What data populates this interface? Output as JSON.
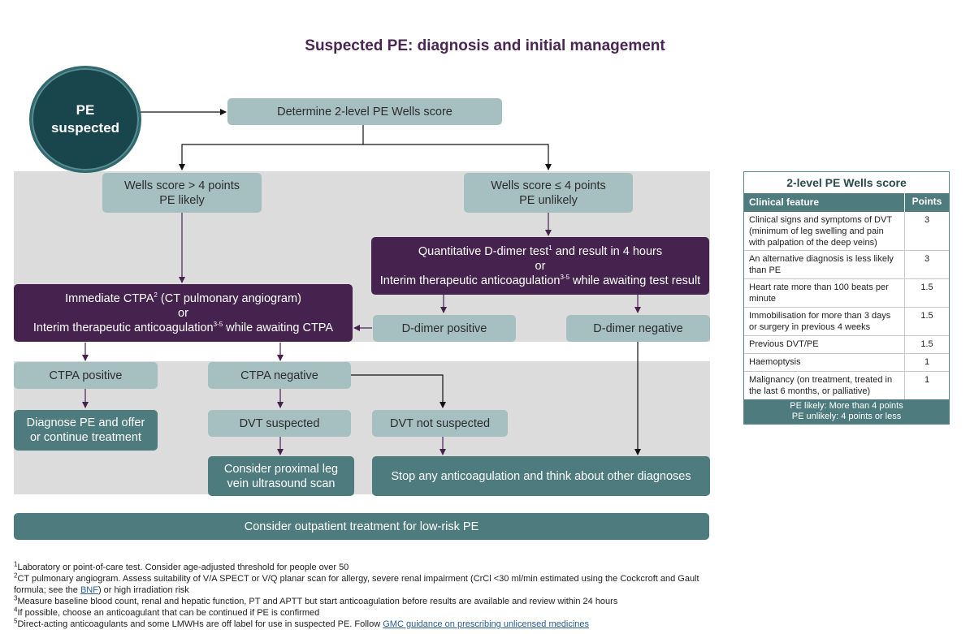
{
  "title": "Suspected PE: diagnosis and initial management",
  "start": {
    "line1": "PE",
    "line2": "suspected"
  },
  "determine": "Determine 2-level PE Wells score",
  "likely": {
    "line1": "Wells score > 4 points",
    "line2": "PE likely"
  },
  "unlikely": {
    "line1": "Wells score ≤ 4 points",
    "line2": "PE unlikely"
  },
  "ctpa_box": {
    "line1_a": "Immediate CTPA",
    "sup1": "2",
    "line1_b": " (CT pulmonary angiogram)",
    "line2": "or",
    "line3_a": "Interim therapeutic anticoagulation",
    "sup3": "3-5",
    "line3_b": " while awaiting CTPA"
  },
  "ddimer_box": {
    "line1_a": "Quantitative D-dimer test",
    "sup1": "1",
    "line1_b": " and result in 4 hours",
    "line2": "or",
    "line3_a": "Interim therapeutic anticoagulation",
    "sup3": "3-5",
    "line3_b": " while awaiting test result"
  },
  "ddimer_positive": "D-dimer positive",
  "ddimer_negative": "D-dimer negative",
  "ctpa_positive": "CTPA positive",
  "ctpa_negative": "CTPA negative",
  "diagnose": {
    "line1": "Diagnose PE and offer",
    "line2": "or continue treatment"
  },
  "dvt_suspected": "DVT suspected",
  "dvt_not_suspected": "DVT not suspected",
  "consider_scan": {
    "line1": "Consider proximal leg",
    "line2": "vein ultrasound scan"
  },
  "stop": "Stop any anticoagulation and think about other diagnoses",
  "outpatient": "Consider outpatient treatment for low-risk PE",
  "wells_table": {
    "title": "2-level PE Wells score",
    "col_feature": "Clinical feature",
    "col_points": "Points",
    "rows": [
      {
        "feature": "Clinical signs and symptoms of DVT (minimum of leg swelling and pain with palpation of the deep veins)",
        "points": "3"
      },
      {
        "feature": "An alternative diagnosis is less likely than PE",
        "points": "3"
      },
      {
        "feature": "Heart rate more than 100 beats per minute",
        "points": "1.5"
      },
      {
        "feature": "Immobilisation for more than 3 days or surgery in previous 4 weeks",
        "points": "1.5"
      },
      {
        "feature": "Previous DVT/PE",
        "points": "1.5"
      },
      {
        "feature": "Haemoptysis",
        "points": "1"
      },
      {
        "feature": "Malignancy (on treatment, treated in the last 6 months, or palliative)",
        "points": "1"
      }
    ],
    "footer1": "PE likely: More than 4 points",
    "footer2": "PE unlikely: 4 points or less"
  },
  "footnotes": {
    "n1_sup": "1",
    "n1": "Laboratory or point-of-care test. Consider age-adjusted threshold for people over 50",
    "n2_sup": "2",
    "n2_a": "CT pulmonary angiogram. Assess suitability of V/A SPECT or V/Q planar scan for allergy, severe renal impairment (CrCl <30 ml/min estimated using the Cockcroft and Gault formula; see the ",
    "n2_link": "BNF",
    "n2_b": ") or high irradiation risk",
    "n3_sup": "3",
    "n3": "Measure baseline blood count, renal and hepatic function, PT and APTT but start anticoagulation before results are available and review within 24 hours",
    "n4_sup": "4",
    "n4": "If possible, choose an anticoagulant that can be continued if PE is confirmed",
    "n5_sup": "5",
    "n5_a": "Direct-acting anticoagulants and some LMWHs are off label for use in suspected PE. Follow ",
    "n5_link": "GMC guidance on prescribing unlicensed medicines"
  },
  "colors": {
    "purple": "#46234f",
    "teal": "#4d7b7e",
    "light_teal": "#a6bfc0",
    "band": "#dcdcdc",
    "title": "#4a2652"
  }
}
